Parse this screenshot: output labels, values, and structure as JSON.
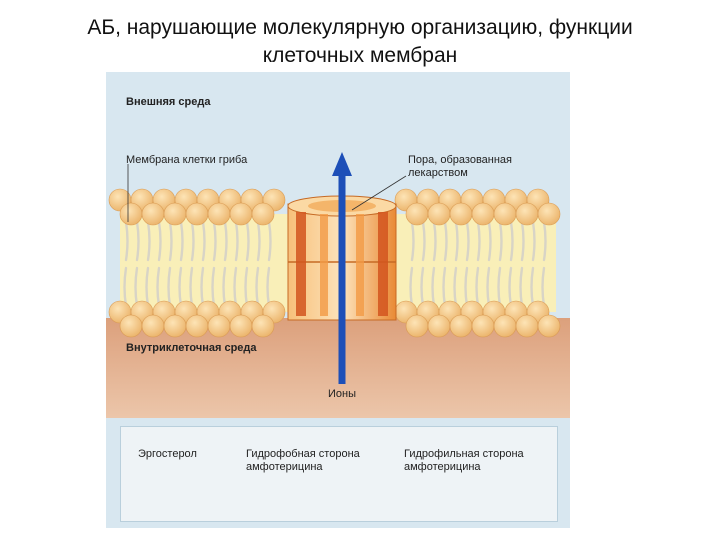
{
  "slide": {
    "title_line1": "АБ, нарушающие молекулярную организацию, функции",
    "title_line2": "клеточных мембран"
  },
  "diagram": {
    "outer_env": "Внешняя среда",
    "membrane_label": "Мембрана клетки гриба",
    "pore_label_line1": "Пора, образованная",
    "pore_label_line2": "лекарством",
    "inner_env": "Внутриклеточная среда",
    "ions_label": "Ионы",
    "colors": {
      "outer": "#d8e7f0",
      "head": "#f6c98a",
      "core": "#f9efb8",
      "inner": "#e4b393",
      "arrow": "#1d4fb8",
      "ergosterol": "#c6461c",
      "hydrophilic": "#f2a64a"
    }
  },
  "legend": {
    "ergosterol": "Эргостерол",
    "hydrophobic_line1": "Гидрофобная сторона",
    "hydrophobic_line2": "амфотерицина",
    "hydrophilic_line1": "Гидрофильная сторона",
    "hydrophilic_line2": "амфотерицина"
  }
}
